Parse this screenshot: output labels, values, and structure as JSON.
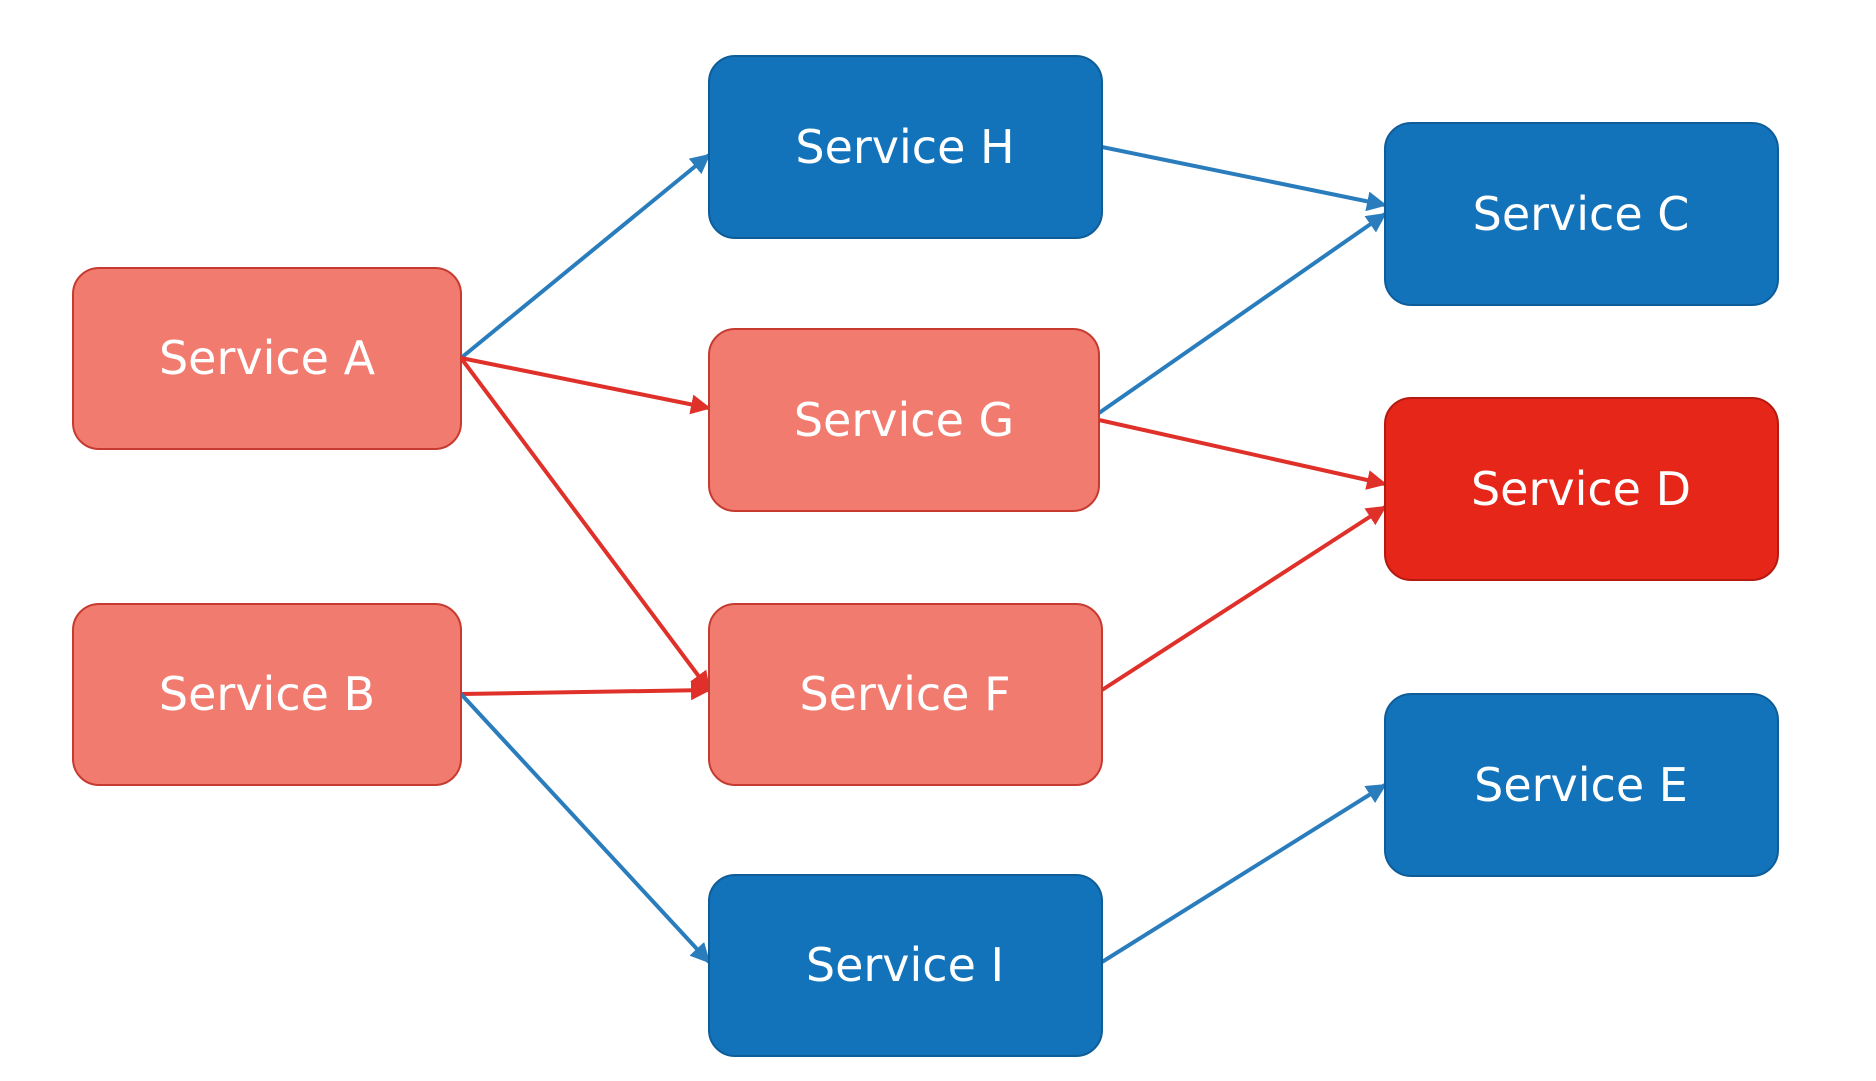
{
  "colors": {
    "blue_fill": "#1273ba",
    "blue_stroke": "#0e5d99",
    "salmon_fill": "#f27b6f",
    "salmon_stroke": "#c63a2f",
    "red_fill": "#e62619",
    "red_stroke": "#b51a10",
    "blue_edge": "#2a7dbd",
    "red_edge": "#e0302a"
  },
  "nodes": {
    "a": {
      "label": "Service A",
      "status": "degraded"
    },
    "b": {
      "label": "Service B",
      "status": "degraded"
    },
    "h": {
      "label": "Service H",
      "status": "healthy"
    },
    "g": {
      "label": "Service G",
      "status": "degraded"
    },
    "f": {
      "label": "Service F",
      "status": "degraded"
    },
    "i": {
      "label": "Service I",
      "status": "healthy"
    },
    "c": {
      "label": "Service C",
      "status": "healthy"
    },
    "d": {
      "label": "Service D",
      "status": "failed"
    },
    "e": {
      "label": "Service E",
      "status": "healthy"
    }
  },
  "edges": [
    {
      "from": "a",
      "to": "h",
      "kind": "normal"
    },
    {
      "from": "a",
      "to": "g",
      "kind": "failure"
    },
    {
      "from": "a",
      "to": "f",
      "kind": "failure"
    },
    {
      "from": "b",
      "to": "f",
      "kind": "failure"
    },
    {
      "from": "b",
      "to": "i",
      "kind": "normal"
    },
    {
      "from": "h",
      "to": "c",
      "kind": "normal"
    },
    {
      "from": "g",
      "to": "c",
      "kind": "normal"
    },
    {
      "from": "g",
      "to": "d",
      "kind": "failure"
    },
    {
      "from": "f",
      "to": "d",
      "kind": "failure"
    },
    {
      "from": "i",
      "to": "e",
      "kind": "normal"
    }
  ]
}
